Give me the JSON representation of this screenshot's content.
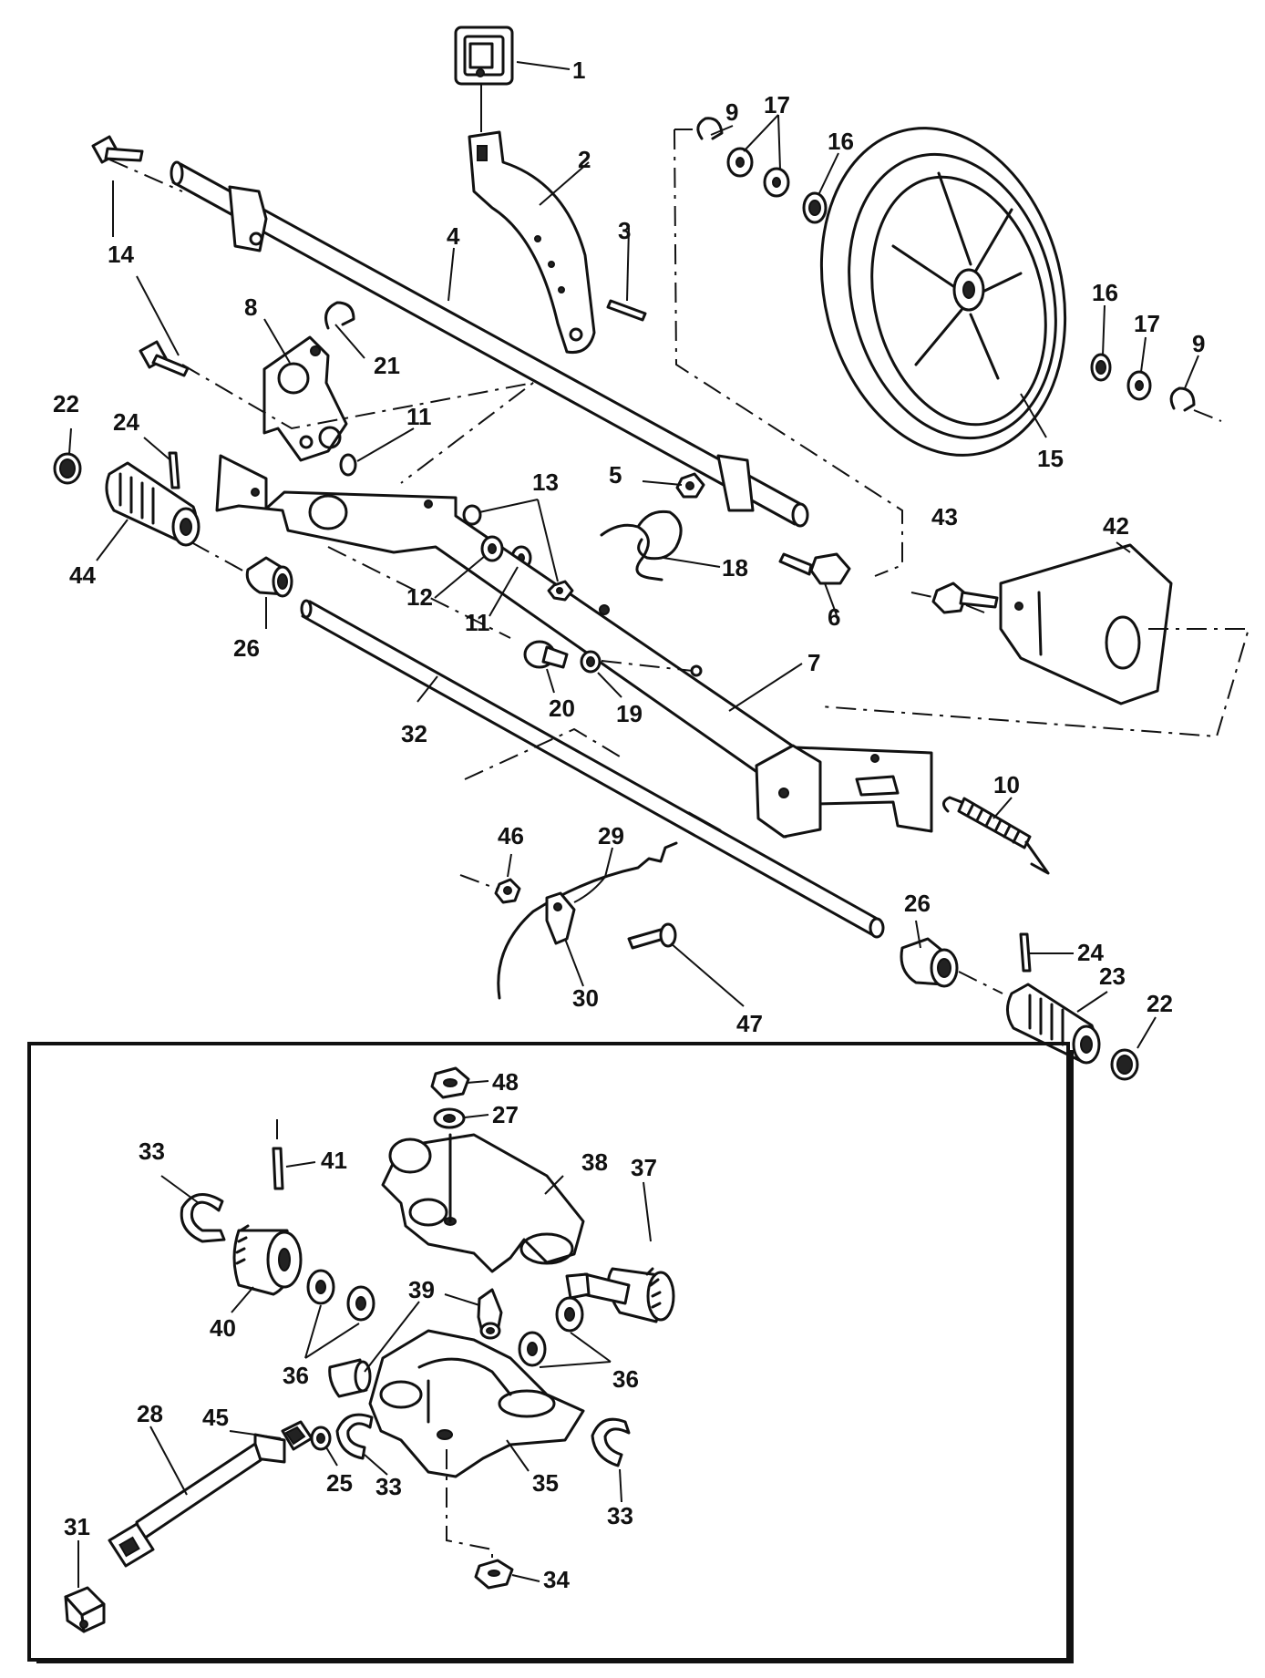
{
  "parts": [
    {
      "id": "p1",
      "text": "1"
    },
    {
      "id": "p2",
      "text": "2"
    },
    {
      "id": "p3",
      "text": "3"
    },
    {
      "id": "p4",
      "text": "4"
    },
    {
      "id": "p5",
      "text": "5"
    },
    {
      "id": "p6",
      "text": "6"
    },
    {
      "id": "p7",
      "text": "7"
    },
    {
      "id": "p8",
      "text": "8"
    },
    {
      "id": "p9a",
      "text": "9"
    },
    {
      "id": "p9b",
      "text": "9"
    },
    {
      "id": "p10",
      "text": "10"
    },
    {
      "id": "p11a",
      "text": "11"
    },
    {
      "id": "p11b",
      "text": "11"
    },
    {
      "id": "p12",
      "text": "12"
    },
    {
      "id": "p13",
      "text": "13"
    },
    {
      "id": "p14",
      "text": "14"
    },
    {
      "id": "p15",
      "text": "15"
    },
    {
      "id": "p16a",
      "text": "16"
    },
    {
      "id": "p16b",
      "text": "16"
    },
    {
      "id": "p17a",
      "text": "17"
    },
    {
      "id": "p17b",
      "text": "17"
    },
    {
      "id": "p18",
      "text": "18"
    },
    {
      "id": "p19",
      "text": "19"
    },
    {
      "id": "p20",
      "text": "20"
    },
    {
      "id": "p21",
      "text": "21"
    },
    {
      "id": "p22a",
      "text": "22"
    },
    {
      "id": "p22b",
      "text": "22"
    },
    {
      "id": "p23",
      "text": "23"
    },
    {
      "id": "p24a",
      "text": "24"
    },
    {
      "id": "p24b",
      "text": "24"
    },
    {
      "id": "p25",
      "text": "25"
    },
    {
      "id": "p26a",
      "text": "26"
    },
    {
      "id": "p26b",
      "text": "26"
    },
    {
      "id": "p27",
      "text": "27"
    },
    {
      "id": "p28",
      "text": "28"
    },
    {
      "id": "p29",
      "text": "29"
    },
    {
      "id": "p30",
      "text": "30"
    },
    {
      "id": "p31",
      "text": "31"
    },
    {
      "id": "p32",
      "text": "32"
    },
    {
      "id": "p33a",
      "text": "33"
    },
    {
      "id": "p33b",
      "text": "33"
    },
    {
      "id": "p33c",
      "text": "33"
    },
    {
      "id": "p34",
      "text": "34"
    },
    {
      "id": "p35",
      "text": "35"
    },
    {
      "id": "p36a",
      "text": "36"
    },
    {
      "id": "p36b",
      "text": "36"
    },
    {
      "id": "p37",
      "text": "37"
    },
    {
      "id": "p38",
      "text": "38"
    },
    {
      "id": "p39",
      "text": "39"
    },
    {
      "id": "p40",
      "text": "40"
    },
    {
      "id": "p41",
      "text": "41"
    },
    {
      "id": "p42",
      "text": "42"
    },
    {
      "id": "p43",
      "text": "43"
    },
    {
      "id": "p44",
      "text": "44"
    },
    {
      "id": "p45",
      "text": "45"
    },
    {
      "id": "p46",
      "text": "46"
    },
    {
      "id": "p47",
      "text": "47"
    },
    {
      "id": "p48",
      "text": "48"
    }
  ]
}
